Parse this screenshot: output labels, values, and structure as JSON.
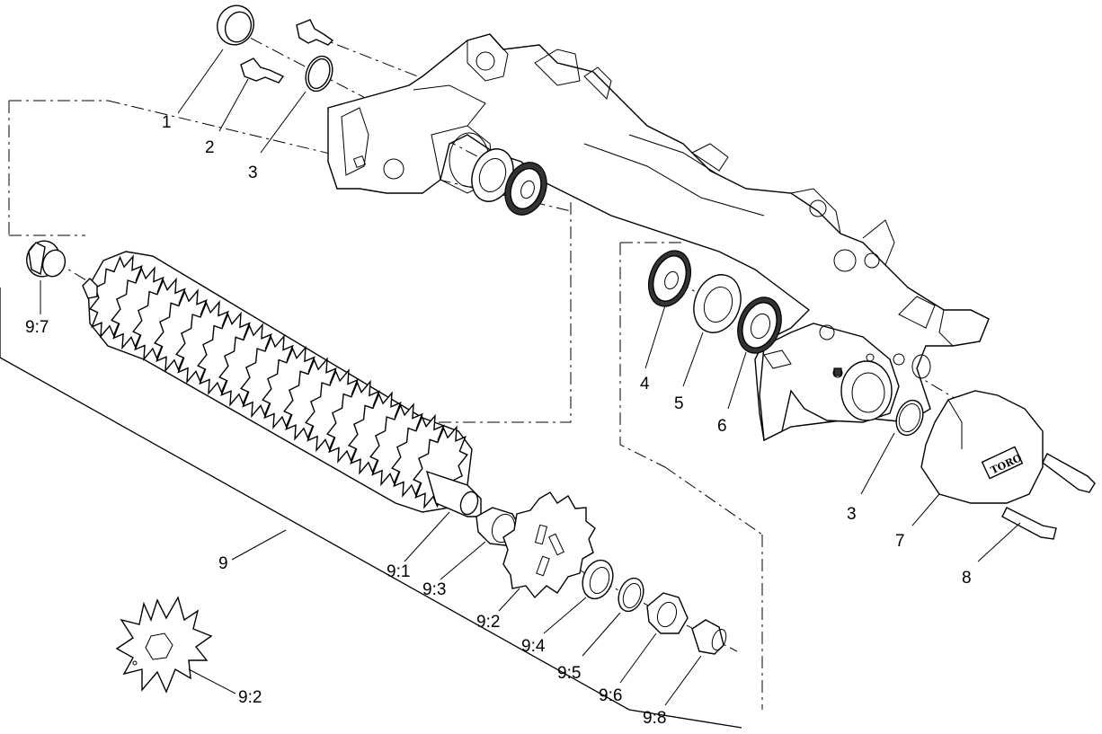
{
  "callouts": {
    "c1": "1",
    "c2": "2",
    "c3a": "3",
    "c3b": "3",
    "c4": "4",
    "c5": "5",
    "c6": "6",
    "c7": "7",
    "c8": "8",
    "c9": "9",
    "c9_1": "9:1",
    "c9_2a": "9:2",
    "c9_2b": "9:2",
    "c9_3": "9:3",
    "c9_4": "9:4",
    "c9_5": "9:5",
    "c9_6": "9:6",
    "c9_7": "9:7",
    "c9_8": "9:8"
  },
  "logo_text": "TORO",
  "colors": {
    "line": "#000000",
    "background": "#ffffff"
  }
}
